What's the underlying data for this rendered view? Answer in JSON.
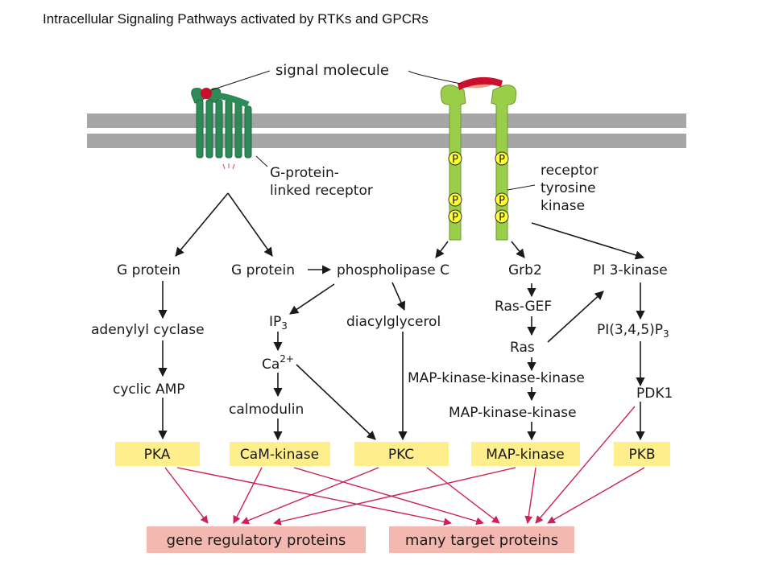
{
  "title": "Intracellular Signaling Pathways activated by RTKs and GPCRs",
  "colors": {
    "membrane": "#a6a6a6",
    "gpcr": "#2e8b57",
    "rtk": "#9acd4a",
    "signal": "#c8102e",
    "phospho": "#ffff33",
    "kinase_box": "#ffef8c",
    "target_box": "#f3b9b0",
    "target_arrow": "#cc2255"
  },
  "membrane_labels": {
    "signal_molecule": "signal molecule",
    "gpcr_line1": "G-protein-",
    "gpcr_line2": "linked receptor",
    "rtk_line1": "receptor",
    "rtk_line2": "tyrosine",
    "rtk_line3": "kinase",
    "phospho": "P"
  },
  "nodes": {
    "g_protein_left": "G protein",
    "g_protein_right": "G protein",
    "phospholipase_c": "phospholipase C",
    "grb2": "Grb2",
    "pi3_kinase": "PI 3-kinase",
    "adenylyl_cyclase": "adenylyl cyclase",
    "ip3": "IP",
    "ip3_sub": "3",
    "diacylglycerol": "diacylglycerol",
    "ras_gef": "Ras-GEF",
    "pip3": "PI(3,4,5)P",
    "pip3_sub": "3",
    "ras": "Ras",
    "ca": "Ca",
    "ca_sup": "2+",
    "mapkkk": "MAP-kinase-kinase-kinase",
    "cyclic_amp": "cyclic AMP",
    "pdk1": "PDK1",
    "calmodulin": "calmodulin",
    "mapkk": "MAP-kinase-kinase"
  },
  "kinases": {
    "pka": "PKA",
    "camk": "CaM-kinase",
    "pkc": "PKC",
    "mapk": "MAP-kinase",
    "pkb": "PKB"
  },
  "targets": {
    "gene": "gene regulatory proteins",
    "many": "many target proteins"
  }
}
